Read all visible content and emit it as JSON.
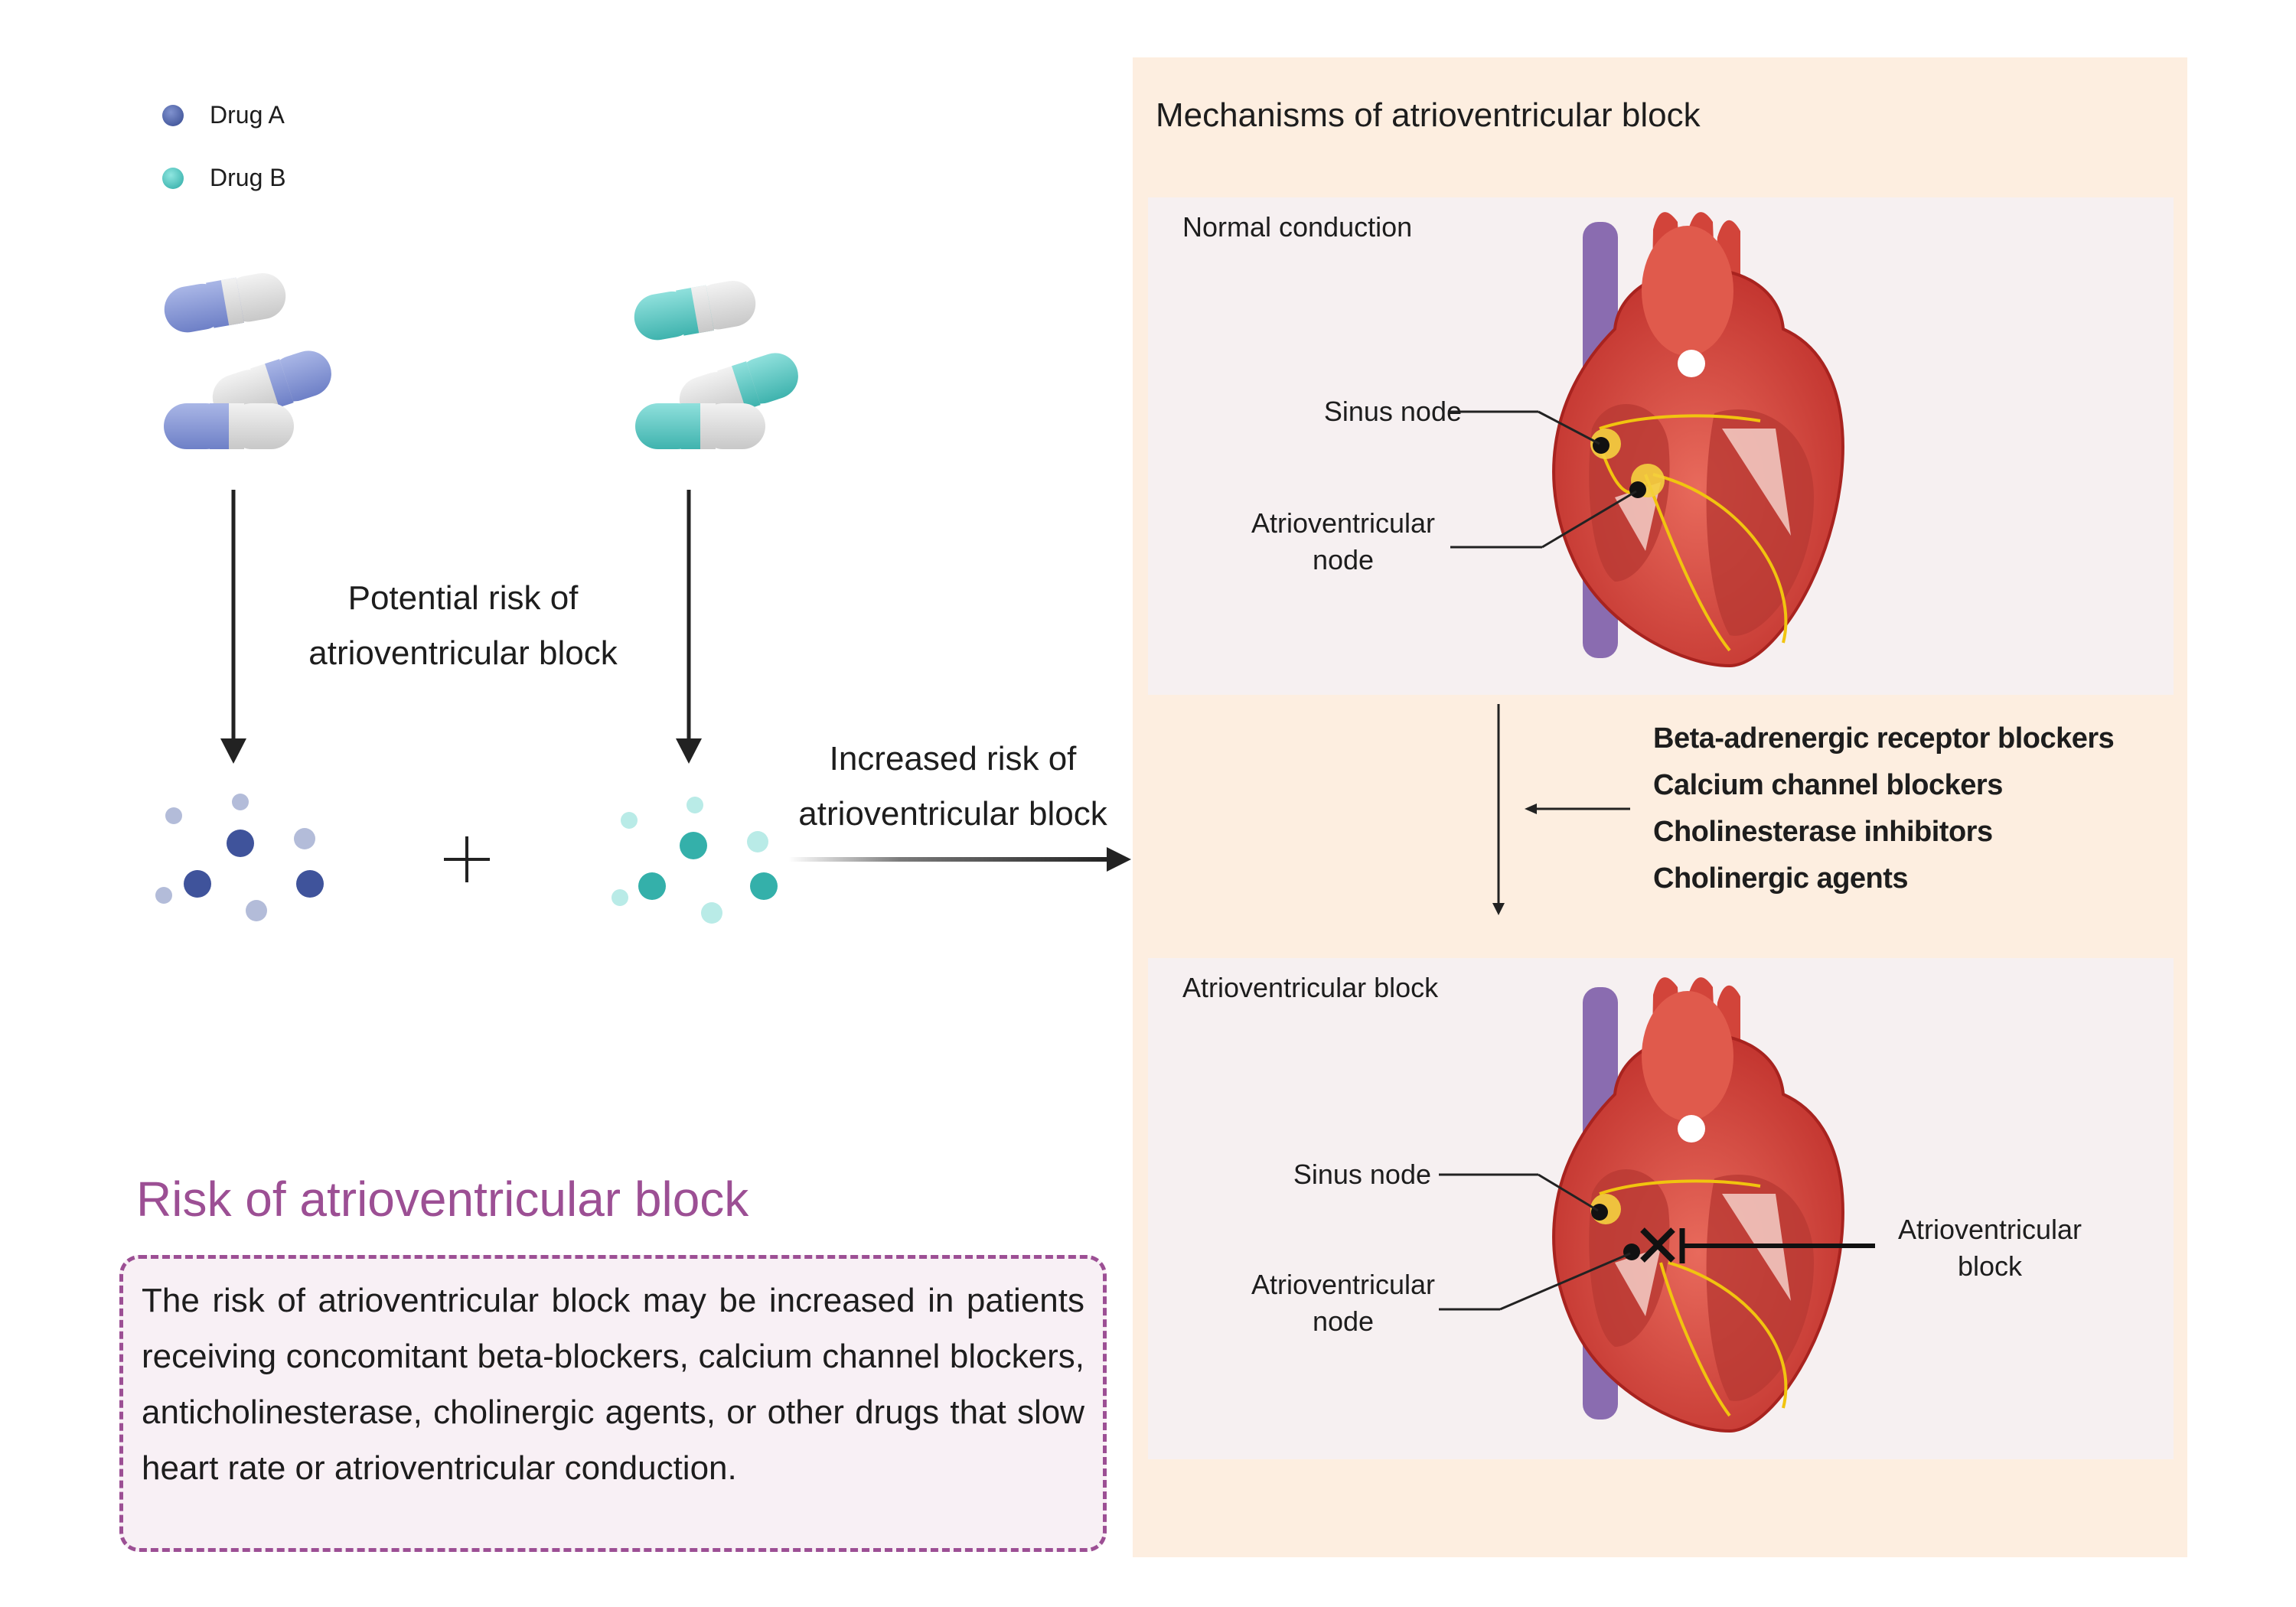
{
  "legend": [
    {
      "label": "Drug A",
      "color": "#4a5fa3"
    },
    {
      "label": "Drug B",
      "color": "#3fc0bb"
    }
  ],
  "captions": {
    "potential_risk": "Potential risk of atrioventricular block",
    "increased_risk": "Increased risk of atrioventricular block"
  },
  "mechanisms": {
    "title": "Mechanisms of atrioventricular block",
    "normal": {
      "title": "Normal conduction",
      "sinus_node": "Sinus node",
      "av_node": "Atrioventricular node"
    },
    "block": {
      "title": "Atrioventricular block",
      "sinus_node": "Sinus node",
      "av_node": "Atrioventricular node",
      "av_block": "Atrioventricular block"
    },
    "drugs": [
      "Beta-adrenergic receptor blockers",
      "Calcium channel blockers",
      "Cholinesterase inhibitors",
      "Cholinergic agents"
    ]
  },
  "risk": {
    "title": "Risk of atrioventricular block",
    "text": "The risk of atrioventricular block may be increased in patients receiving concomitant beta-blockers, calcium channel blockers, anticholinesterase, cholinergic agents, or other drugs that slow heart rate or atrioventricular conduction."
  },
  "colors": {
    "drug_a": "#4a5fa3",
    "drug_b": "#3fc0bb",
    "panel": "#fdeee0",
    "risk_accent": "#9c4f94"
  }
}
